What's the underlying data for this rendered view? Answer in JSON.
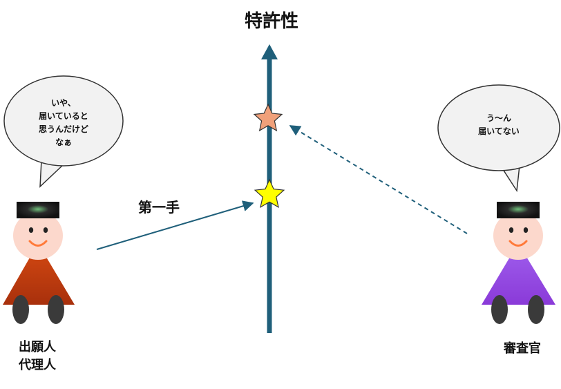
{
  "title": "特許性",
  "first_move_label": "第一手",
  "applicant": {
    "line1": "出願人",
    "line2": "代理人",
    "speech": [
      "いや、",
      "届いていると",
      "思うんだけど",
      "なぁ"
    ],
    "robe_color": "#c23a10"
  },
  "examiner": {
    "label": "審査官",
    "speech": [
      "う～ん",
      "届いてない"
    ],
    "robe_color": "#9b4fe0"
  },
  "colors": {
    "axis": "#1f5f7a",
    "arrow": "#1f5f7a",
    "star_upper": "#f0a07a",
    "star_lower": "#ffff00",
    "bubble_fill": "#f2f2f2"
  },
  "icons": {
    "axis_arrow": "up-arrow-icon",
    "star": "star-icon"
  }
}
